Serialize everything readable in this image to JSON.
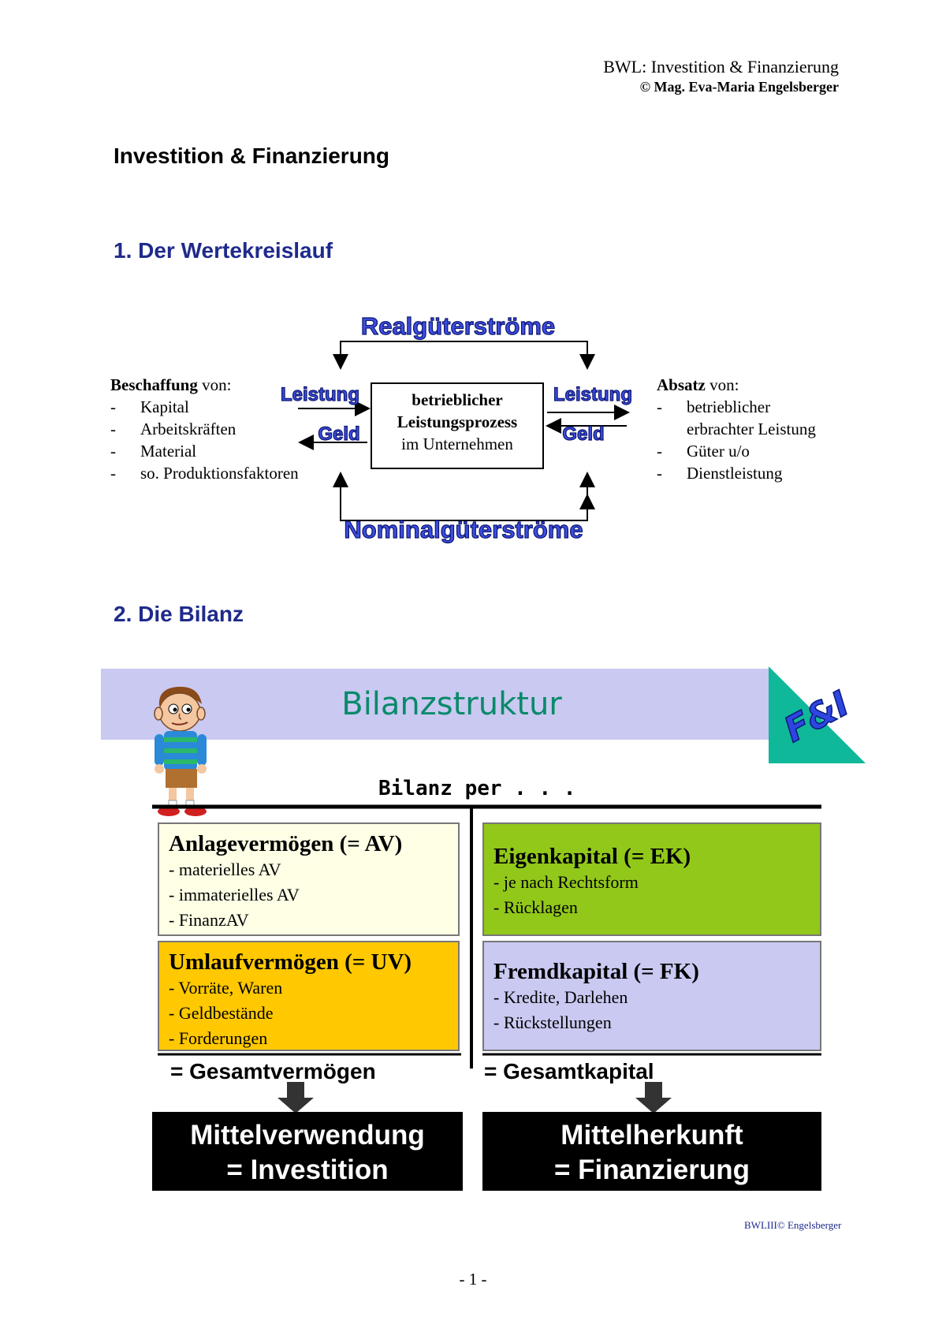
{
  "header": {
    "title": "BWL: Investition & Finanzierung",
    "author": "© Mag. Eva-Maria Engelsberger"
  },
  "main_title": "Investition & Finanzierung",
  "section1": {
    "heading": "1. Der Wertekreislauf",
    "top_label": "Realgüterströme",
    "bottom_label": "Nominalgüterströme",
    "left_leistung": "Leistung",
    "left_geld": "Geld",
    "right_leistung": "Leistung",
    "right_geld": "Geld",
    "center_line1": "betrieblicher",
    "center_line2": "Leistungsprozess",
    "center_line3": "im Unternehmen",
    "beschaffung_title": "Beschaffung",
    "beschaffung_suffix": " von:",
    "beschaffung_items": [
      "Kapital",
      "Arbeitskräften",
      "Material",
      "so. Produktionsfaktoren"
    ],
    "absatz_title": "Absatz",
    "absatz_suffix": " von:",
    "absatz_items": [
      "betrieblicher",
      "erbrachter Leistung",
      "Güter u/o",
      "Dienstleistung"
    ]
  },
  "section2": {
    "heading": "2. Die Bilanz",
    "slide_title": "Bilanzstruktur",
    "logo_text": "F&I",
    "bilanz_per": "Bilanz per . . .",
    "av": {
      "title": "Anlagevermögen (= AV)",
      "items": [
        "- materielles AV",
        "- immaterielles AV",
        "- FinanzAV"
      ]
    },
    "uv": {
      "title": "Umlaufvermögen (= UV)",
      "items": [
        "- Vorräte, Waren",
        "- Geldbestände",
        "- Forderungen"
      ]
    },
    "ek": {
      "title": "Eigenkapital (= EK)",
      "items": [
        "- je nach Rechtsform",
        "- Rücklagen"
      ]
    },
    "fk": {
      "title": "Fremdkapital (= FK)",
      "items": [
        "- Kredite, Darlehen",
        "- Rückstellungen"
      ]
    },
    "sum_left": "= Gesamtvermögen",
    "sum_right": "= Gesamtkapital",
    "block_left_1": "Mittelverwendung",
    "block_left_2": "= Investition",
    "block_right_1": "Mittelherkunft",
    "block_right_2": "= Finanzierung",
    "credit": "BWLIII© Engelsberger"
  },
  "page_number": "- 1 -"
}
